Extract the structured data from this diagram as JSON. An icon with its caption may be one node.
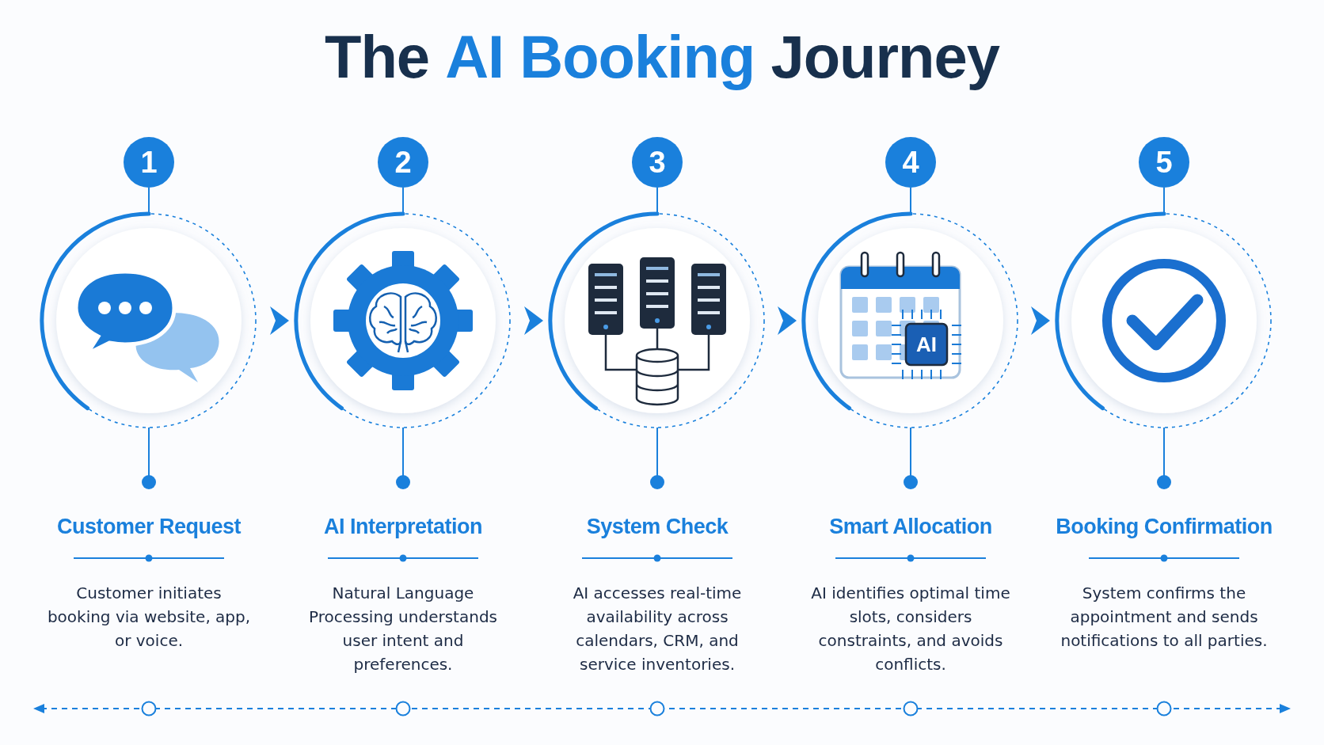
{
  "diagram": {
    "title": "The **AI Booking** Journey",
    "nodes": [
      {
        "text": [],
        "shape": "circle",
        "beside": [
          "1",
          "Customer Request",
          "Customer initiates booking via website, app, or voice."
        ]
      },
      {
        "text": [],
        "shape": "circle",
        "beside": [
          "2",
          "AI Interpretation",
          "Natural Language Processing understands user intent and preferences."
        ]
      },
      {
        "text": [],
        "shape": "circle",
        "beside": [
          "3",
          "System Check",
          "AI accesses real-time availability across calendars, CRM, and service inventories."
        ]
      },
      {
        "text": [],
        "shape": "circle",
        "beside": [
          "4",
          "Smart Allocation",
          "AI identifies optimal time slots, considers constraints, and avoids conflicts."
        ]
      },
      {
        "text": [],
        "shape": "circle",
        "beside": [
          "5",
          "Booking Confirmation",
          "System confirms the appointment and sends notifications to all parties."
        ]
      }
    ],
    "edges": [
      {
        "from": 0,
        "to": 1,
        "arrow": "to"
      },
      {
        "from": 1,
        "to": 2,
        "arrow": "to"
      },
      {
        "from": 2,
        "to": 3,
        "arrow": "to"
      },
      {
        "from": 3,
        "to": 4,
        "arrow": "to"
      }
    ],
    "labels": [
      "AI"
    ]
  }
}
